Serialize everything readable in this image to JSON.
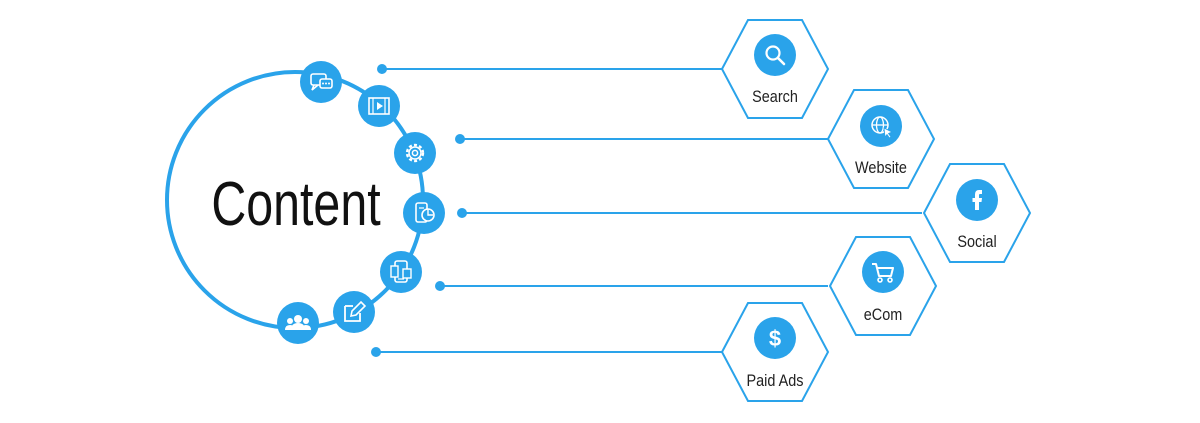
{
  "title": "Content",
  "colors": {
    "accent": "#2aa3ea",
    "text": "#222222",
    "background": "#ffffff"
  },
  "arc_icons": [
    {
      "icon": "chat-bubbles-icon"
    },
    {
      "icon": "video-player-icon"
    },
    {
      "icon": "gear-icon"
    },
    {
      "icon": "mobile-analytics-icon"
    },
    {
      "icon": "devices-icon"
    },
    {
      "icon": "edit-icon"
    },
    {
      "icon": "users-icon"
    }
  ],
  "channels": [
    {
      "label": "Search",
      "icon": "search-icon"
    },
    {
      "label": "Website",
      "icon": "globe-cursor-icon"
    },
    {
      "label": "Social",
      "icon": "facebook-icon"
    },
    {
      "label": "eCom",
      "icon": "shopping-cart-icon"
    },
    {
      "label": "Paid Ads",
      "icon": "dollar-icon"
    }
  ]
}
